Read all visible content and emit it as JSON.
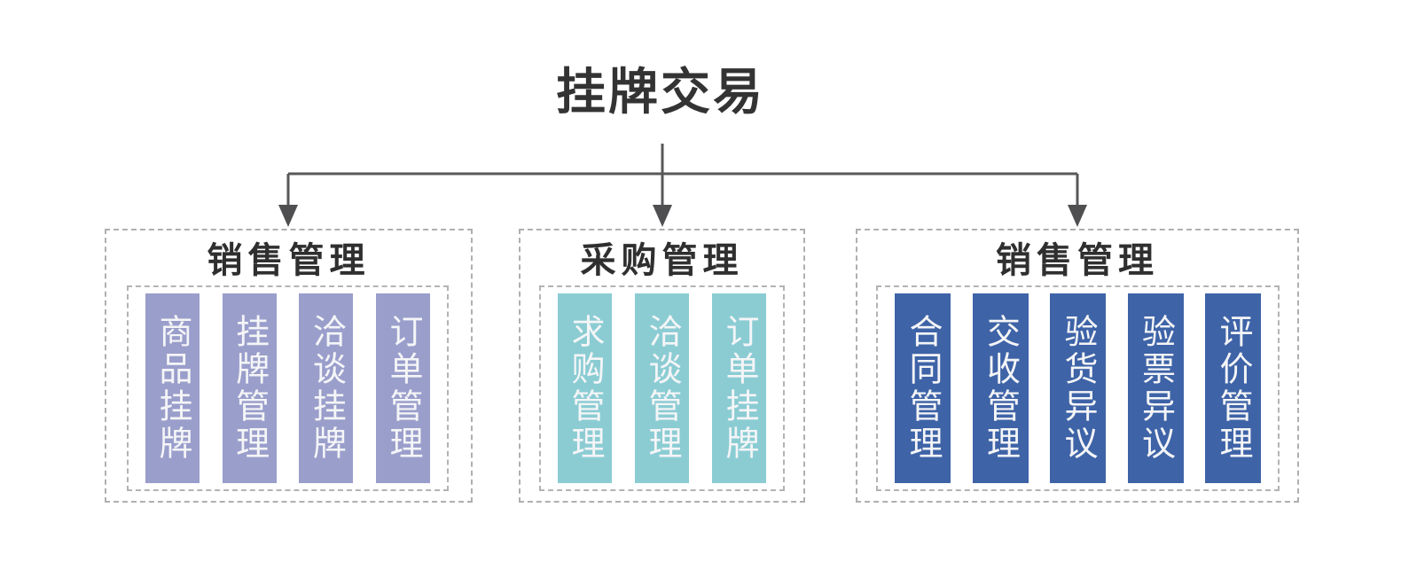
{
  "title": "挂牌交易",
  "groups": [
    {
      "title": "销售管理",
      "bar_color": "#9a9ecb",
      "items": [
        "商品挂牌",
        "挂牌管理",
        "洽谈挂牌",
        "订单管理"
      ]
    },
    {
      "title": "采购管理",
      "bar_color": "#8bccd3",
      "items": [
        "求购管理",
        "洽谈管理",
        "订单挂牌"
      ]
    },
    {
      "title": "销售管理",
      "bar_color": "#3e63a7",
      "items": [
        "合同管理",
        "交收管理",
        "验货异议",
        "验票异议",
        "评价管理"
      ]
    }
  ],
  "colors": {
    "bar_purple": "#9a9ecb",
    "bar_teal": "#8bccd3",
    "bar_blue": "#3e63a7",
    "connector_line": "#58585a",
    "arrowhead": "#4f4f51",
    "dashed_border": "#aeafb2",
    "title_text": "#333333",
    "bar_text": "#f4f5f7"
  }
}
